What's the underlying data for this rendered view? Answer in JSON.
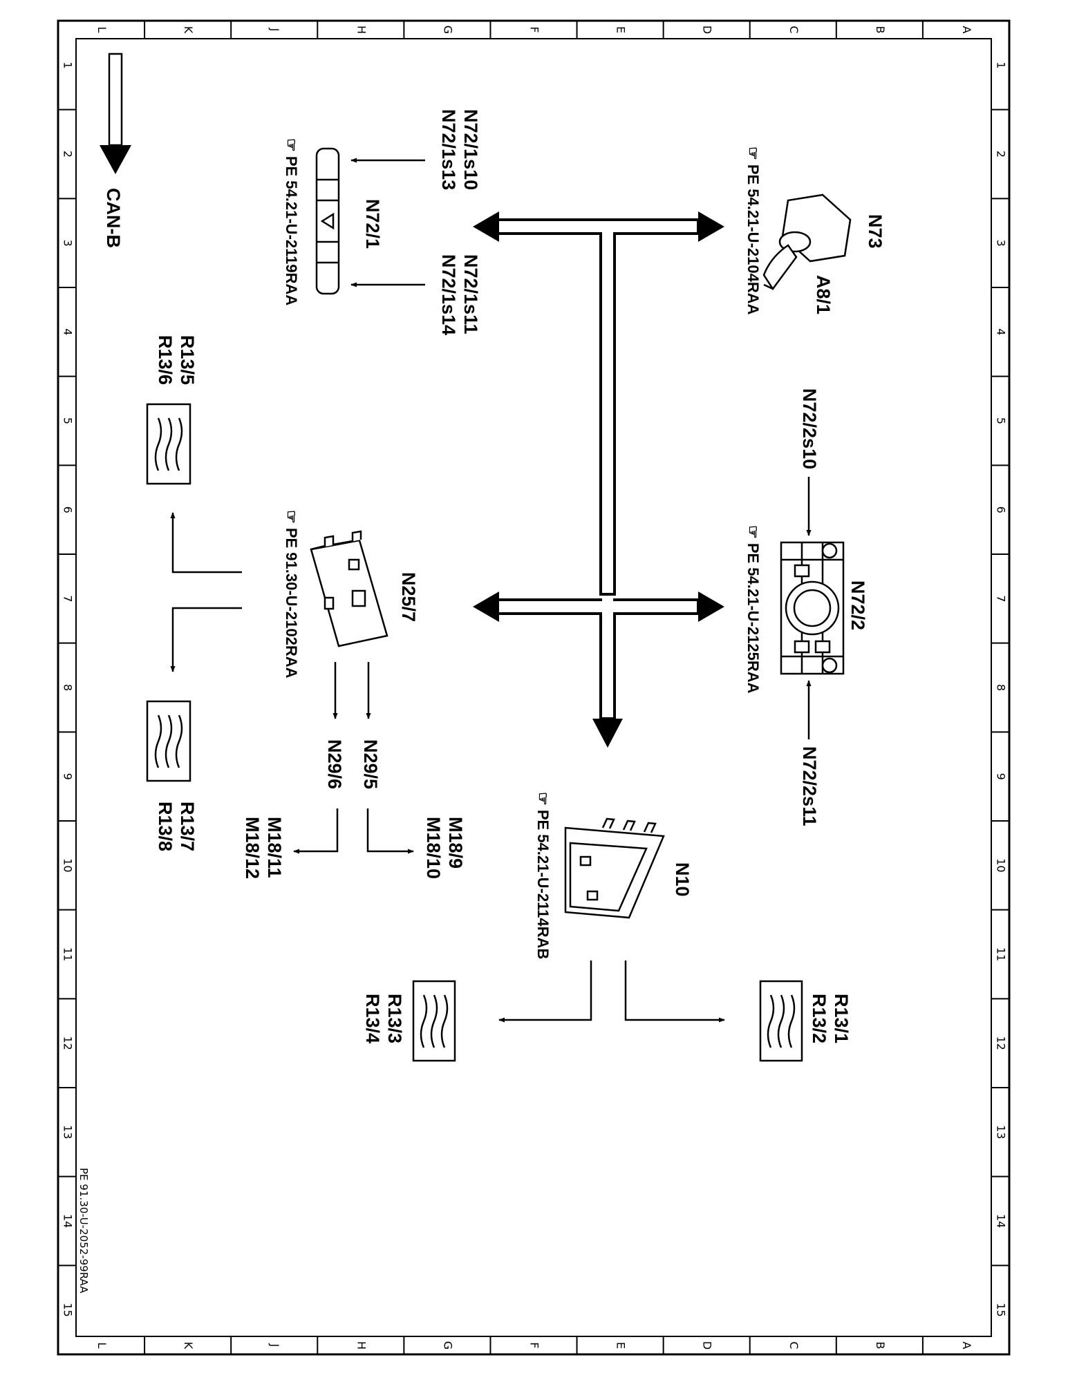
{
  "grid": {
    "letters": [
      "L",
      "K",
      "J",
      "H",
      "G",
      "F",
      "E",
      "D",
      "C",
      "B",
      "A"
    ],
    "numbers": [
      "1",
      "2",
      "3",
      "4",
      "5",
      "6",
      "7",
      "8",
      "9",
      "10",
      "11",
      "12",
      "13",
      "14",
      "15"
    ]
  },
  "bus": {
    "label": "CAN-B"
  },
  "doc_id": "PE 91.30-U-2052-99RAA",
  "components": {
    "n73": {
      "label": "N73",
      "sub": "A8/1",
      "ref": "PE 54.21-U-2104RAA"
    },
    "n72_1": {
      "label": "N72/1",
      "ref": "PE 54.21-U-2119RAA",
      "in_left_a": "N72/1s10",
      "in_left_b": "N72/1s13",
      "in_right_a": "N72/1s11",
      "in_right_b": "N72/1s14"
    },
    "n72_2": {
      "label": "N72/2",
      "ref": "PE 54.21-U-2125RAA",
      "in_top": "N72/2s10",
      "in_bottom": "N72/2s11"
    },
    "n25_7": {
      "label": "N25/7",
      "ref": "PE 91.30-U-2102RAA"
    },
    "n10": {
      "label": "N10",
      "ref": "PE 54.21-U-2114RAB"
    },
    "n29_5": {
      "label": "N29/5",
      "out_a": "M18/9",
      "out_b": "M18/10"
    },
    "n29_6": {
      "label": "N29/6",
      "out_a": "M18/11",
      "out_b": "M18/12"
    },
    "r13_12": {
      "a": "R13/1",
      "b": "R13/2"
    },
    "r13_34": {
      "a": "R13/3",
      "b": "R13/4"
    },
    "r13_56": {
      "a": "R13/5",
      "b": "R13/6"
    },
    "r13_78": {
      "a": "R13/7",
      "b": "R13/8"
    }
  }
}
